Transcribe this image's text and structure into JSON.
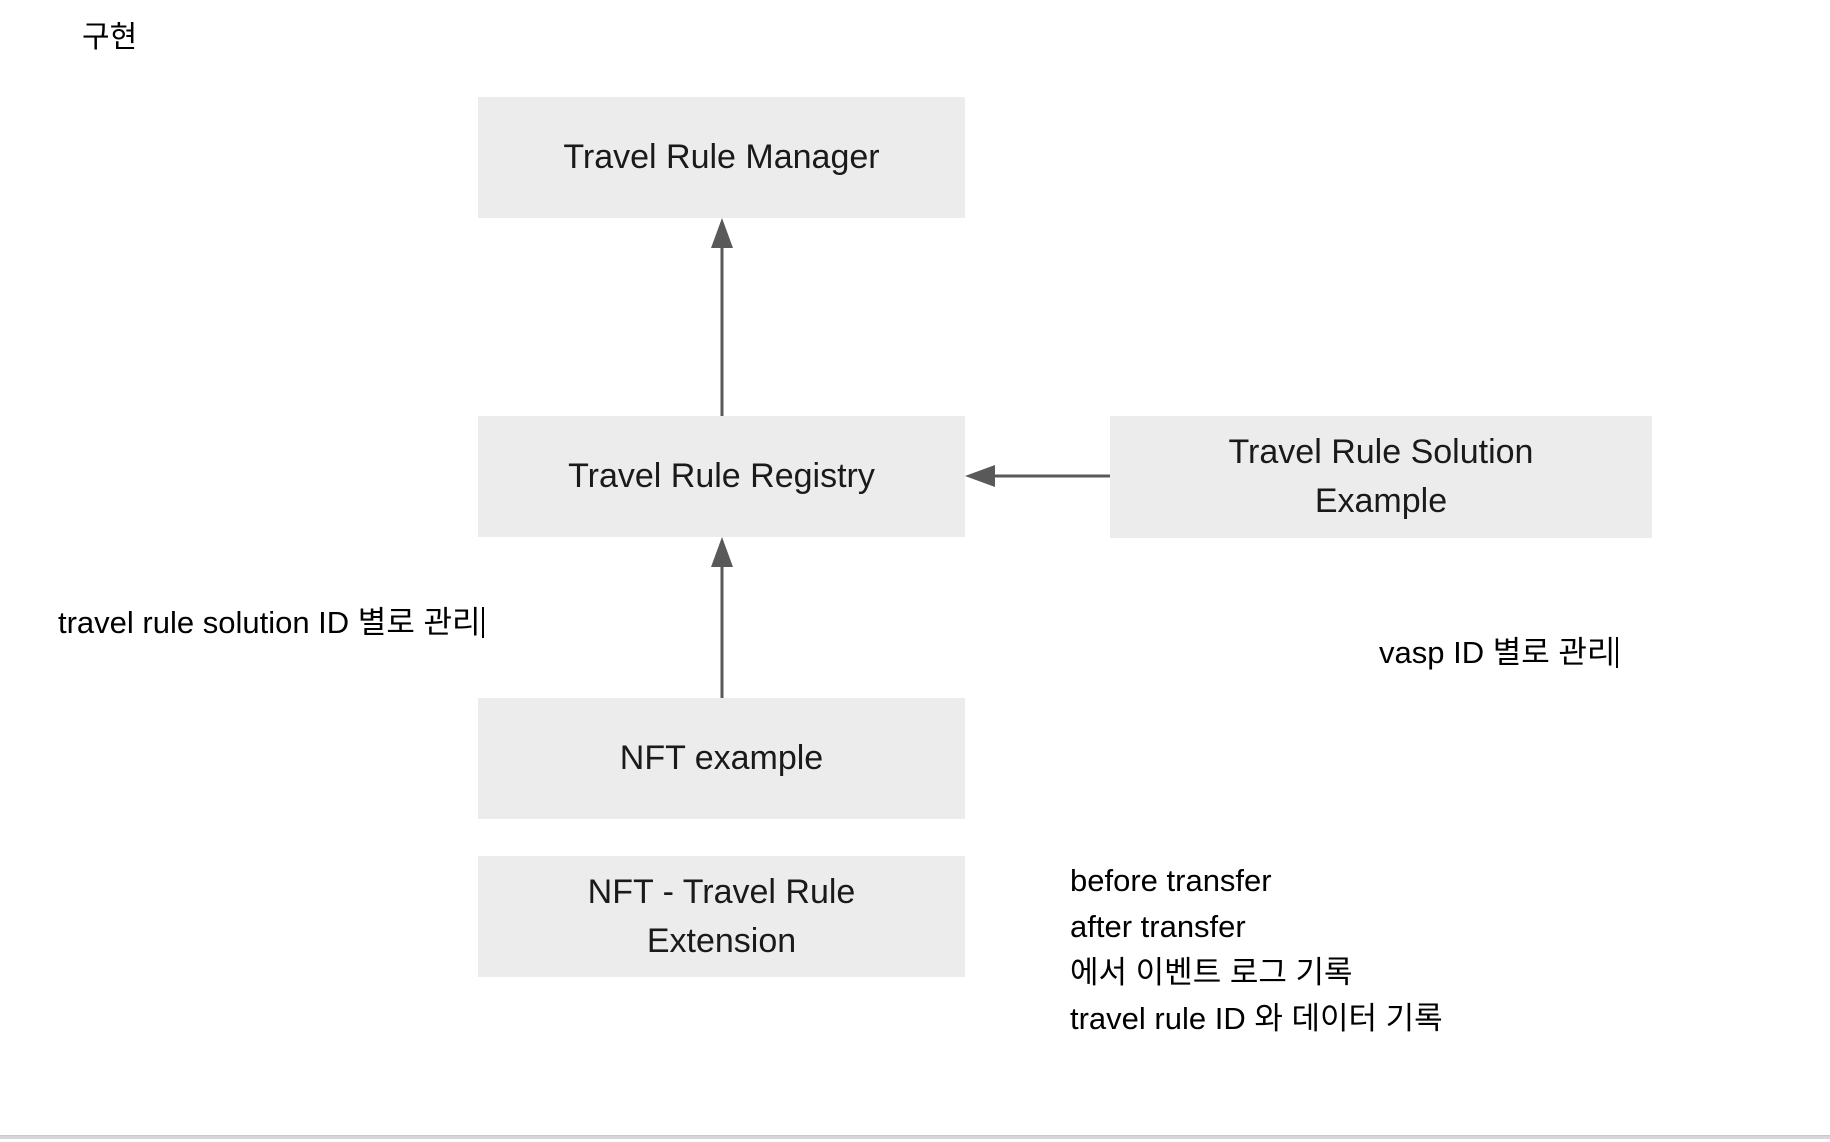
{
  "page": {
    "title": "구현",
    "background_color": "#ffffff",
    "node_fill_color": "#ececec",
    "connector_color": "#595959",
    "text_color": "#000000"
  },
  "nodes": [
    {
      "id": "manager",
      "label": "Travel Rule Manager"
    },
    {
      "id": "registry",
      "label": "Travel Rule Registry"
    },
    {
      "id": "solution",
      "label": "Travel Rule Solution\nExample"
    },
    {
      "id": "nft",
      "label": "NFT example"
    },
    {
      "id": "nftext",
      "label": "NFT - Travel Rule\nExtension"
    }
  ],
  "connectors": [
    {
      "id": "registry-to-manager",
      "from": "registry",
      "to": "manager",
      "direction": "up",
      "arrowhead": "end"
    },
    {
      "id": "nft-to-registry",
      "from": "nft",
      "to": "registry",
      "direction": "up",
      "arrowhead": "end"
    },
    {
      "id": "solution-to-registry",
      "from": "solution",
      "to": "registry",
      "direction": "left",
      "arrowhead": "end"
    }
  ],
  "annotations": {
    "left": "travel rule solution ID 별로 관리",
    "right": "vasp ID 별로 관리",
    "bottom": "before transfer\nafter transfer\n에서 이벤트 로그 기록\ntravel rule ID 와 데이터 기록"
  }
}
